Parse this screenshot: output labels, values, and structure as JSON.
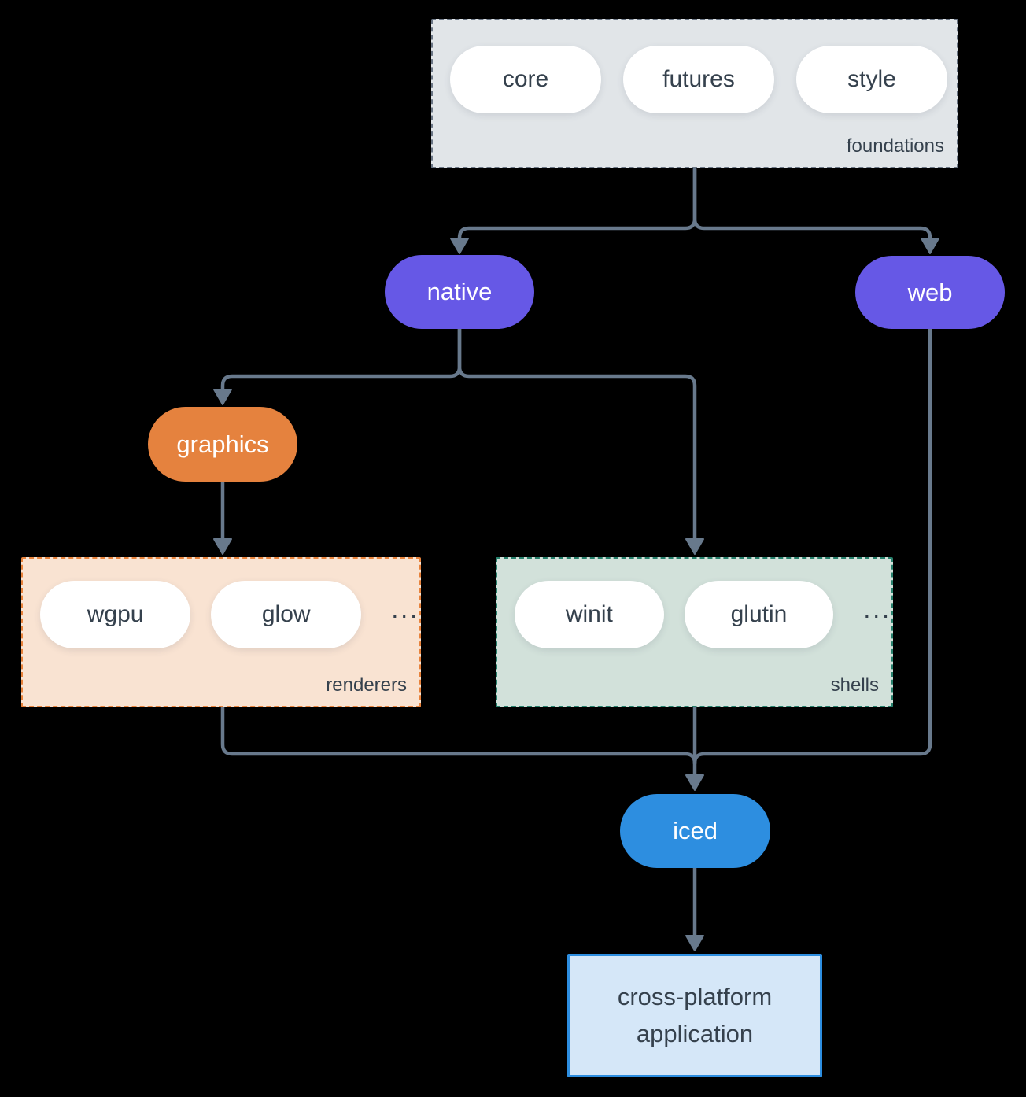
{
  "colors": {
    "background": "#000000",
    "arrow": "#68798c",
    "purple": "#6658e6",
    "orange": "#e5823e",
    "blue": "#2d8ee0",
    "pill_fill": "#ffffff",
    "text_dark": "#35414d",
    "foundations_fill": "#e1e5e8",
    "foundations_border": "#6b7685",
    "renderers_fill": "#f9e3d2",
    "renderers_border": "#e8833c",
    "shells_fill": "#d2e1da",
    "shells_border": "#27806c",
    "app_fill": "#d5e7f8",
    "app_border": "#2d8ee0"
  },
  "foundations": {
    "label": "foundations",
    "items": [
      {
        "label": "core"
      },
      {
        "label": "futures"
      },
      {
        "label": "style"
      }
    ]
  },
  "nodes": {
    "native": "native",
    "web": "web",
    "graphics": "graphics",
    "iced": "iced"
  },
  "renderers": {
    "label": "renderers",
    "items": [
      {
        "label": "wgpu"
      },
      {
        "label": "glow"
      }
    ],
    "more": "..."
  },
  "shells": {
    "label": "shells",
    "items": [
      {
        "label": "winit"
      },
      {
        "label": "glutin"
      }
    ],
    "more": "..."
  },
  "application": {
    "line1": "cross-platform",
    "line2": "application"
  }
}
